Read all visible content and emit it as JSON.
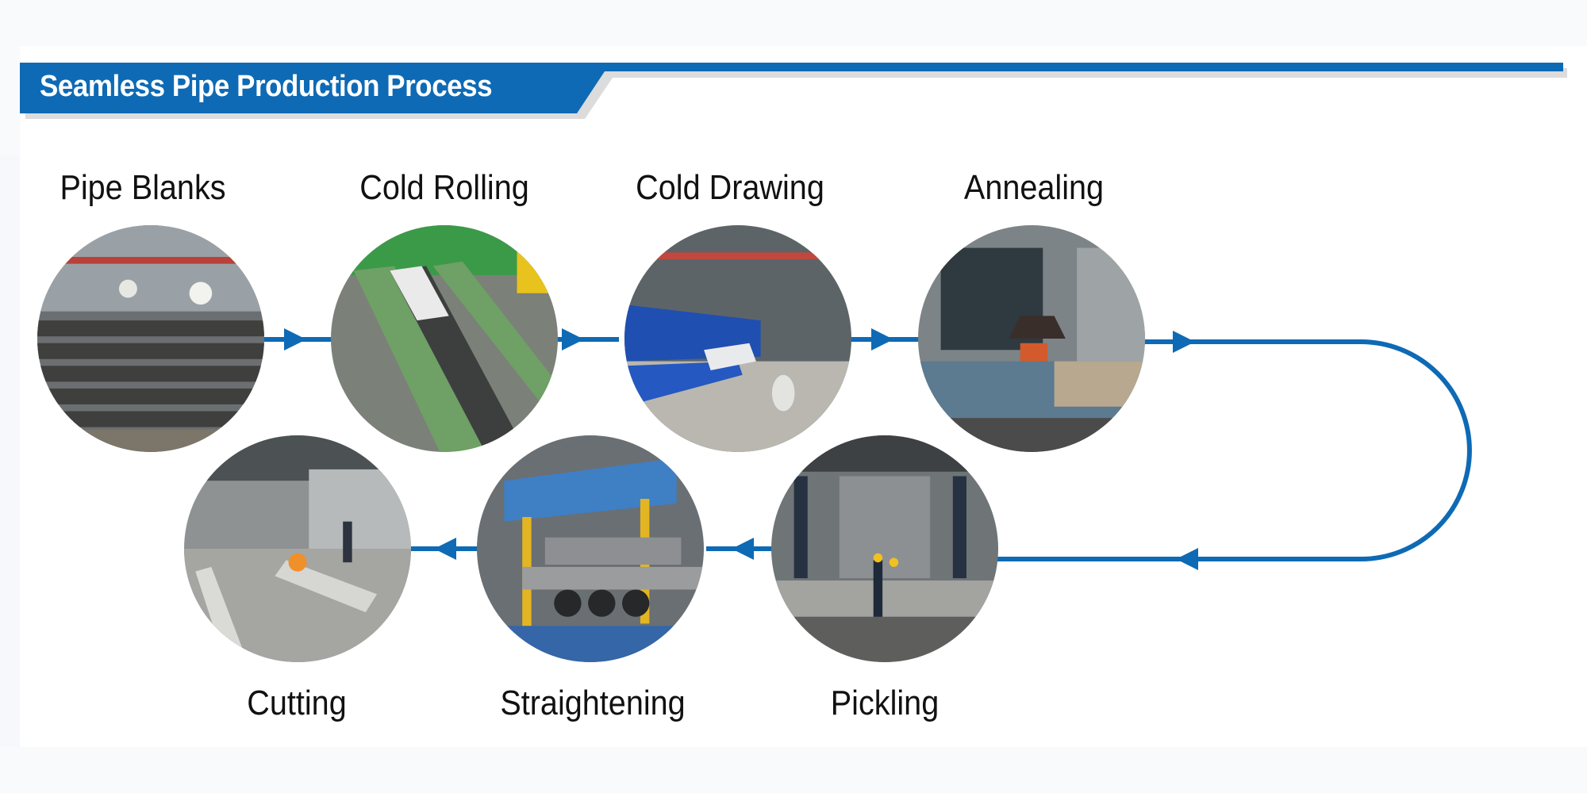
{
  "header": {
    "title": "Seamless Pipe Production Process",
    "accent_color": "#0e6ab5"
  },
  "process": {
    "steps": [
      {
        "order": 1,
        "label": "Pipe Blanks",
        "image": "steel-pipe-stacks-photo"
      },
      {
        "order": 2,
        "label": "Cold Rolling",
        "image": "cold-rolling-mill-photo"
      },
      {
        "order": 3,
        "label": "Cold Drawing",
        "image": "cold-drawing-machine-photo"
      },
      {
        "order": 4,
        "label": "Annealing",
        "image": "annealing-furnace-photo"
      },
      {
        "order": 5,
        "label": "Pickling",
        "image": "pickling-tank-photo"
      },
      {
        "order": 6,
        "label": "Straightening",
        "image": "straightening-machine-photo"
      },
      {
        "order": 7,
        "label": "Cutting",
        "image": "pipe-cutting-photo"
      }
    ],
    "connector_color": "#0e6ab5",
    "direction": "top row left-to-right, U-turn on right, bottom row right-to-left"
  }
}
